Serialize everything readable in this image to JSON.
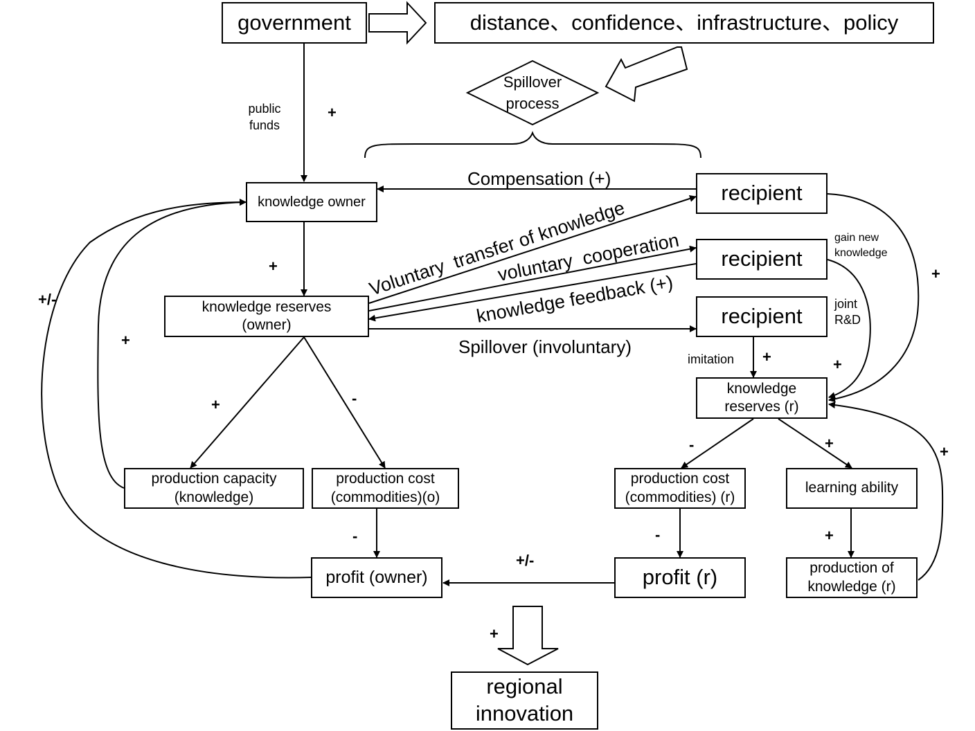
{
  "nodes": {
    "government": "government",
    "factors": "distance、confidence、infrastructure、policy",
    "spillover_process": "Spillover process",
    "knowledge_owner": "knowledge owner",
    "knowledge_reserves_owner": "knowledge reserves (owner)",
    "recipient_1": "recipient",
    "recipient_2": "recipient",
    "recipient_3": "recipient",
    "knowledge_reserves_r": "knowledge reserves (r)",
    "production_capacity": "production capacity (knowledge)",
    "production_cost_o": "production cost (commodities)(o)",
    "production_cost_r": "production cost (commodities) (r)",
    "learning_ability": "learning ability",
    "profit_owner": "profit (owner)",
    "profit_r": "profit (r)",
    "production_of_knowledge": "production of knowledge (r)",
    "regional_innovation": "regional innovation"
  },
  "edge_labels": {
    "public_funds": "public funds",
    "compensation": "Compensation (+)",
    "voluntary_transfer": "Voluntary  transfer of knowledge",
    "voluntary_cooperation": "voluntary  cooperation",
    "knowledge_feedback": "knowledge feedback (+)",
    "spillover_involuntary": "Spillover (involuntary)",
    "gain_new_knowledge": "gain new knowledge",
    "joint_rd": "joint R&D",
    "imitation": "imitation"
  },
  "signs": {
    "public_funds": "+",
    "owner_to_reserves": "+",
    "feedback_loop_outer": "+/-",
    "feedback_loop_inner": "+",
    "reserves_to_capacity": "+",
    "reserves_to_cost_o": "-",
    "cost_o_to_profit": "-",
    "profit_r_to_owner": "+/-",
    "to_regional_innovation": "+",
    "recipient1_to_reserves": "+",
    "imitation": "+",
    "joint_rd": "+",
    "reserves_r_to_cost_r": "-",
    "reserves_r_to_learning": "+",
    "production_knowledge_loop": "+",
    "cost_r_to_profit_r": "-",
    "learning_to_production": "+"
  }
}
